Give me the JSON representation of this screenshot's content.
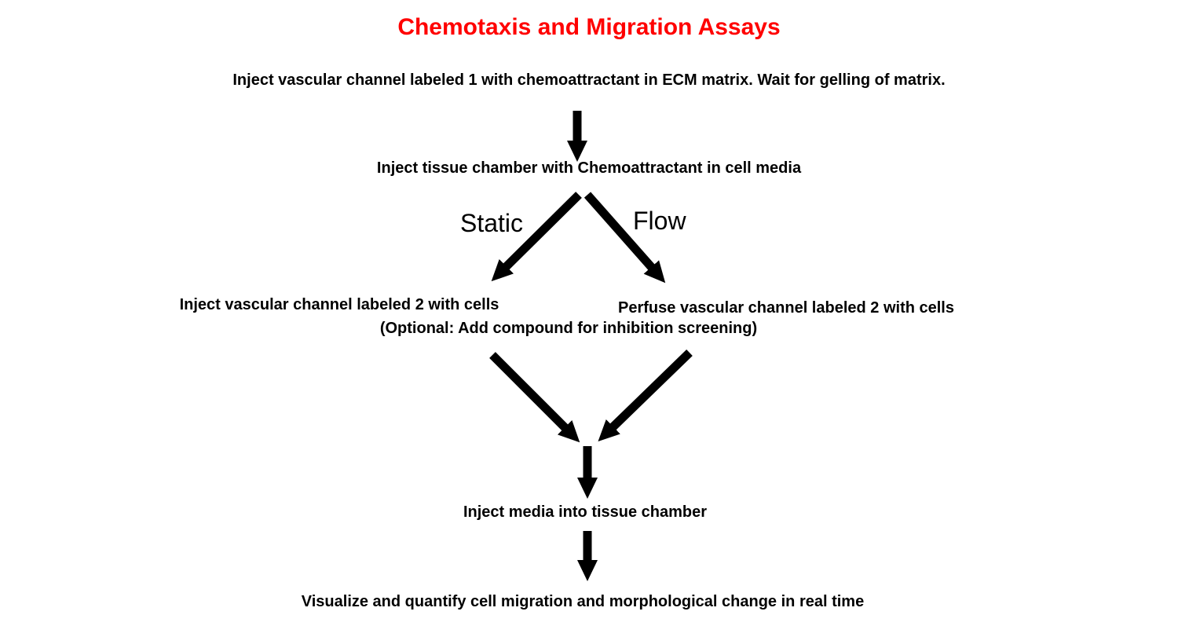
{
  "page": {
    "title": "Chemotaxis and Migration Assays"
  },
  "flowchart": {
    "step1": "Inject vascular channel labeled 1 with chemoattractant in ECM matrix. Wait for gelling of matrix.",
    "step2": "Inject tissue chamber with Chemoattractant in cell media",
    "branch_left_label": "Static",
    "branch_right_label": "Flow",
    "left_step": "Inject vascular channel labeled 2 with cells",
    "left_step_optional": "(Optional: Add compound for inhibition screening)",
    "right_step": "Perfuse vascular channel labeled 2 with cells",
    "merge_step": "Inject media into tissue chamber",
    "final_step": "Visualize and quantify cell migration and morphological change in real time"
  },
  "colors": {
    "title": "#ff0000",
    "text": "#000000",
    "arrow": "#000000",
    "background": "#ffffff"
  }
}
